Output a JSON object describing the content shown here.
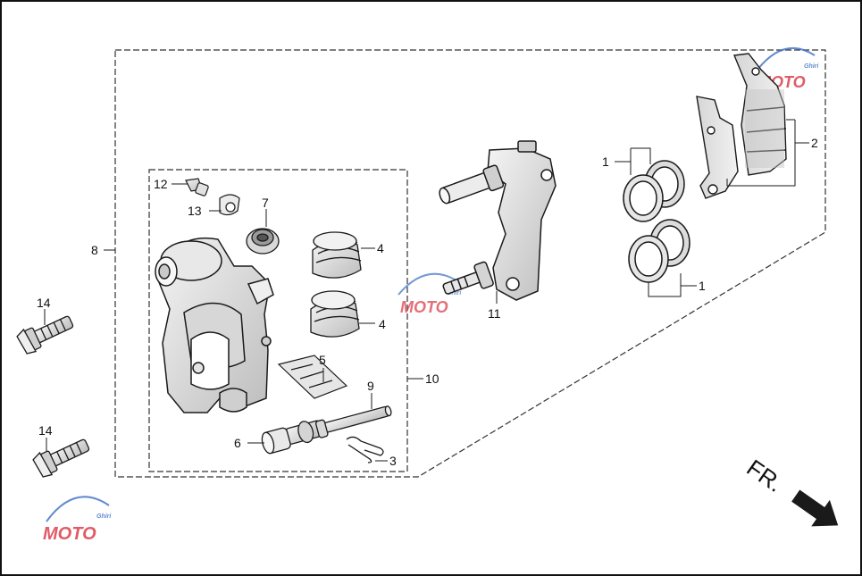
{
  "diagram": {
    "callouts": {
      "c1a": "1",
      "c1b": "1",
      "c2": "2",
      "c3": "3",
      "c4a": "4",
      "c4b": "4",
      "c5": "5",
      "c6": "6",
      "c7": "7",
      "c8": "8",
      "c9": "9",
      "c10": "10",
      "c11": "11",
      "c12": "12",
      "c13": "13",
      "c14a": "14",
      "c14b": "14"
    },
    "direction_label": "FR.",
    "watermark": {
      "text": "MOTO",
      "sub": "Ghiri"
    },
    "colors": {
      "line": "#1a1a1a",
      "part_fill": "#e3e3e3",
      "part_shade": "#b8b8b8",
      "watermark_red": "#d9333f",
      "watermark_blue": "#3b6fc4"
    }
  }
}
